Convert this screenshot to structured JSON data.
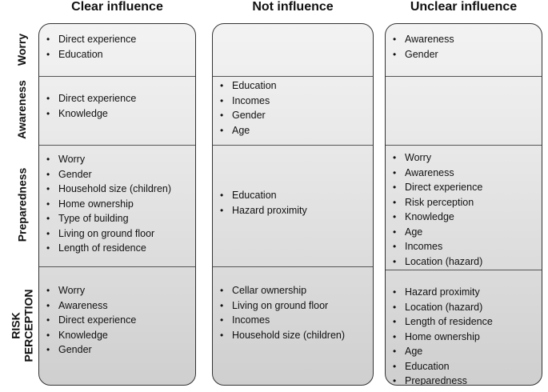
{
  "columns": [
    {
      "title": "Clear influence",
      "rows": [
        [
          "Direct experience",
          "Education"
        ],
        [
          "Direct experience",
          "Knowledge"
        ],
        [
          "Worry",
          "Gender",
          "Household size (children)",
          "Home ownership",
          "Type of building",
          "Living on ground floor",
          "Length of residence"
        ],
        [
          "Worry",
          "Awareness",
          "Direct experience",
          "Knowledge",
          "Gender"
        ]
      ]
    },
    {
      "title": "Not influence",
      "rows": [
        [],
        [
          "Education",
          "Incomes",
          "Gender",
          "Age"
        ],
        [
          "Education",
          "Hazard proximity"
        ],
        [
          "Cellar ownership",
          "Living on ground floor",
          "Incomes",
          "Household size (children)"
        ]
      ]
    },
    {
      "title": "Unclear influence",
      "rows": [
        [
          "Awareness",
          "Gender"
        ],
        [],
        [
          "Worry",
          "Awareness",
          "Direct experience",
          "Risk perception",
          "Knowledge",
          "Age",
          "Incomes",
          "Location (hazard)"
        ],
        [
          "Hazard proximity",
          "Location (hazard)",
          "Length of residence",
          "Home ownership",
          "Age",
          "Education",
          "Preparedness"
        ]
      ]
    }
  ],
  "row_labels": [
    "Worry",
    "Awareness",
    "Preparedness",
    "RISK PERCEPTION"
  ]
}
